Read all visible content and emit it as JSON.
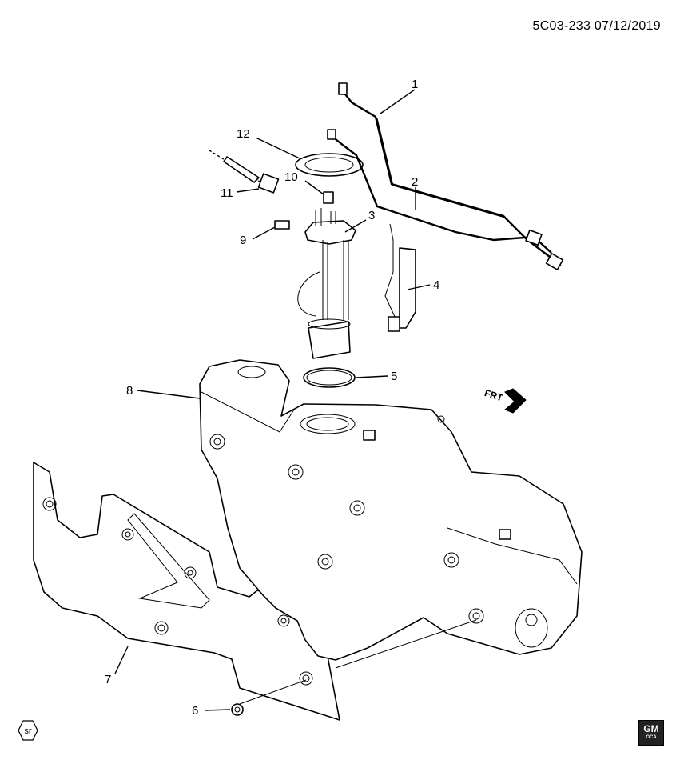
{
  "header": {
    "diagram_ref": "5C03-233 07/12/2019"
  },
  "callouts": [
    "1",
    "2",
    "3",
    "4",
    "5",
    "6",
    "7",
    "8",
    "9",
    "10",
    "11",
    "12"
  ],
  "direction_indicator": {
    "label": "FRT"
  },
  "badges": {
    "sr": "sr",
    "brand": "GM",
    "brand_sub": "OCA"
  }
}
